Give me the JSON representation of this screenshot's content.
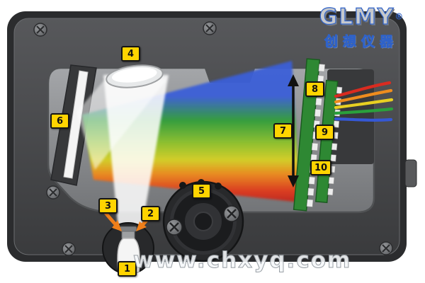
{
  "diagram": {
    "kind": "spectrometer-internal-optical-path",
    "callouts": [
      "1",
      "2",
      "3",
      "4",
      "5",
      "6",
      "7",
      "8",
      "9",
      "10"
    ]
  },
  "logo": {
    "brand": "GLMY",
    "registered": "®",
    "subtitle": "创想仪器"
  },
  "watermark": {
    "text": "www.chxyq.com"
  },
  "colors": {
    "callout_bg": "#ffd400",
    "body_gray": "#4a4b4e",
    "cavity_gray": "#8e9093",
    "pcb_green": "#2e8833",
    "logo_outline": "#2f62c8",
    "arrow_orange": "#ef7f1a",
    "wire_colors": [
      "#d92b20",
      "#ee8c1e",
      "#e8d022",
      "#2aa03c",
      "#3558d6"
    ]
  }
}
